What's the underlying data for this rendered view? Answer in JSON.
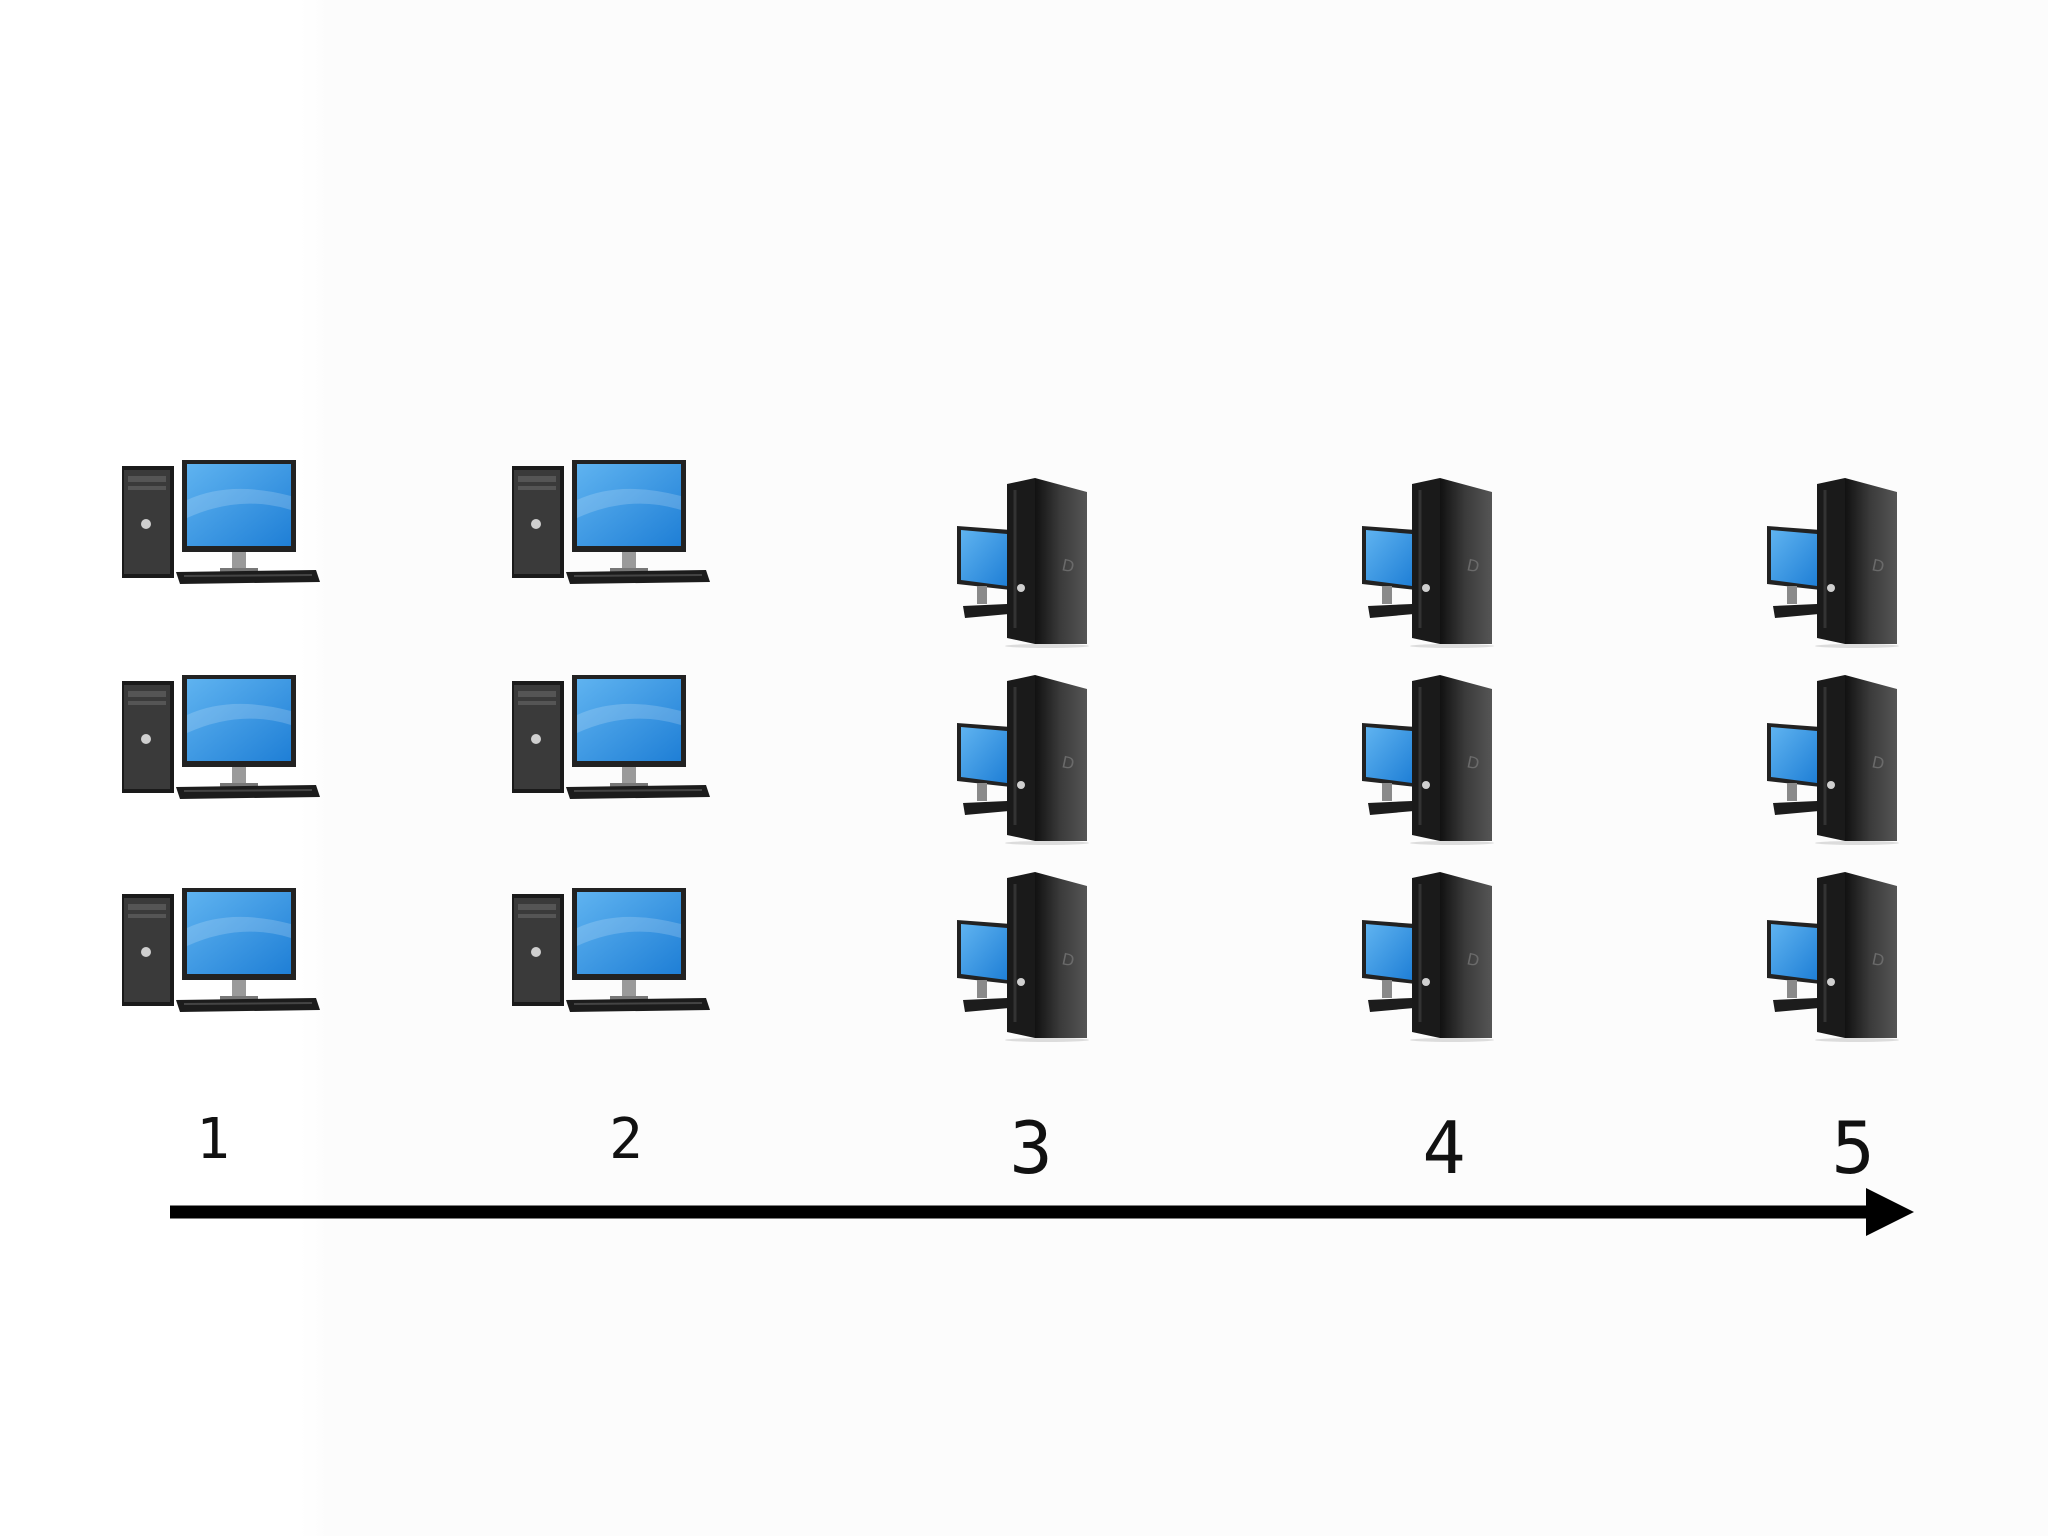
{
  "diagram": {
    "steps": [
      {
        "label": "1",
        "computer_style": "monitor-tower",
        "count": 3
      },
      {
        "label": "2",
        "computer_style": "monitor-tower",
        "count": 3
      },
      {
        "label": "3",
        "computer_style": "tower-with-monitor",
        "count": 3
      },
      {
        "label": "4",
        "computer_style": "tower-with-monitor",
        "count": 3
      },
      {
        "label": "5",
        "computer_style": "tower-with-monitor",
        "count": 3
      }
    ],
    "timeline": {
      "direction": "right",
      "icon": "arrow-right-icon"
    }
  },
  "colors": {
    "screen_blue": "#1f7fd6",
    "screen_light": "#5fb3f0",
    "case_black": "#1a1a1a",
    "case_gray": "#3a3a3a",
    "arrow": "#000000"
  }
}
